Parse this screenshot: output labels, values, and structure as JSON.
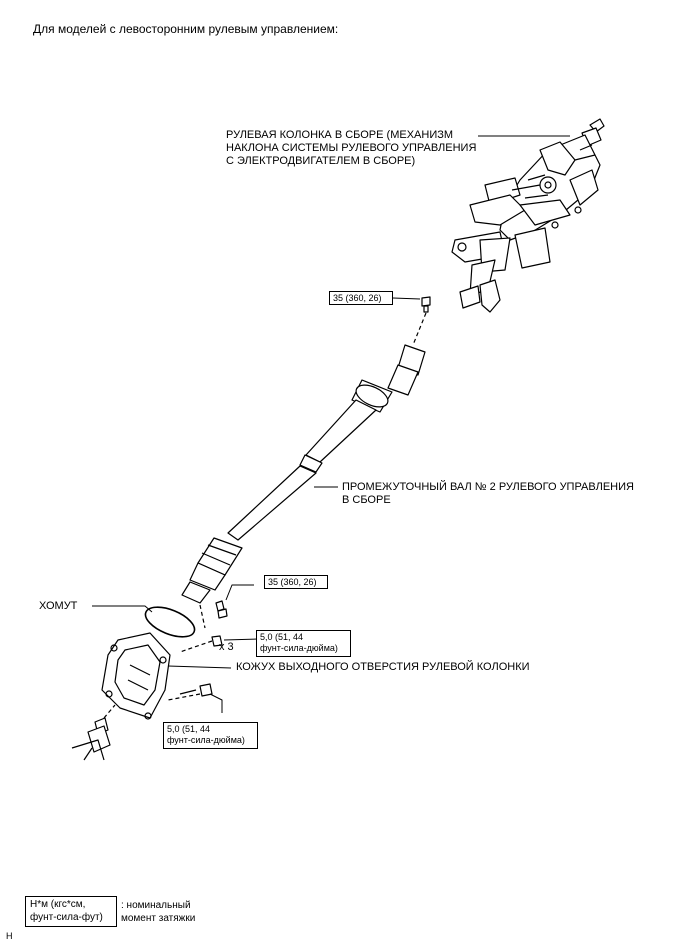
{
  "heading": "Для моделей с левосторонним рулевым управлением:",
  "labels": {
    "column_line1": "РУЛЕВАЯ КОЛОНКА В СБОРЕ (МЕХАНИЗМ",
    "column_line2": "НАКЛОНА СИСТЕМЫ РУЛЕВОГО УПРАВЛЕНИЯ",
    "column_line3": "С ЭЛЕКТРОДВИГАТЕЛЕМ В СБОРЕ)",
    "shaft_line1": "ПРОМЕЖУТОЧНЫЙ ВАЛ № 2 РУЛЕВОГО УПРАВЛЕНИЯ",
    "shaft_line2": "В СБОРЕ",
    "clamp": "ХОМУТ",
    "cover": "КОЖУХ ВЫХОДНОГО ОТВЕРСТИЯ РУЛЕВОЙ КОЛОНКИ"
  },
  "torque": {
    "upper_bolt": "35 (360, 26)",
    "lower_bolt": "35 (360, 26)",
    "nut_line1": "5,0 (51, 44",
    "nut_line2": "фунт-сила-дюйма)",
    "cover_bolt_line1": "5,0 (51, 44",
    "cover_bolt_line2": "фунт-сила-дюйма)"
  },
  "quantity": "x 3",
  "legend": {
    "box_line1": "Н*м (кгс*см,",
    "box_line2": "фунт-сила-фут)",
    "desc_line1": ": номинальный",
    "desc_line2": "момент затяжки"
  },
  "figure_code": "H"
}
